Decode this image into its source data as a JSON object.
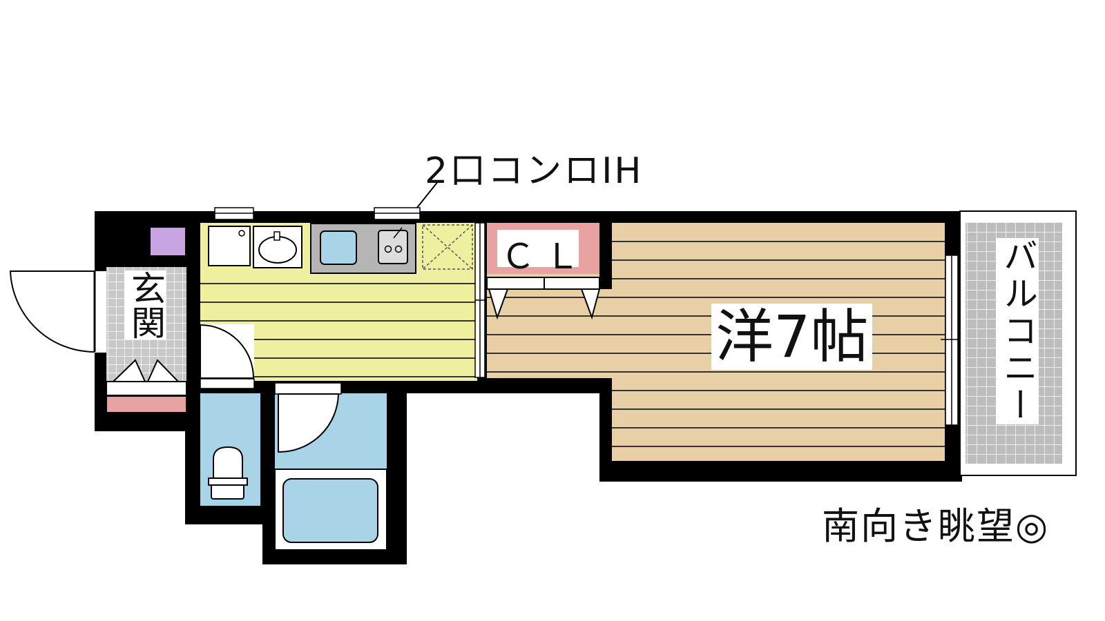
{
  "labels": {
    "stove": "2口コンロIH",
    "closet": "ＣＬ",
    "room": "洋7帖",
    "entrance": "玄関",
    "balcony": "バルコニー",
    "view_note": "南向き眺望◎"
  },
  "colors": {
    "wall": "#000000",
    "kitchen_floor": "#eef0a0",
    "room_floor": "#e8cfa5",
    "wet_area": "#a9d4e8",
    "closet": "#e8a2a2",
    "shoe_rack": "#e8a2a2",
    "tile": "#bdbdbd",
    "meter_box": "#c9a4e2"
  }
}
